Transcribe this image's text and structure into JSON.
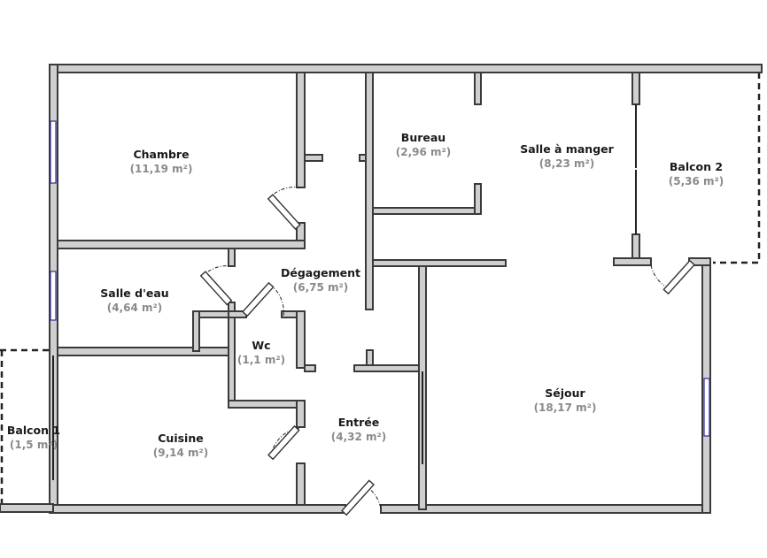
{
  "rooms": [
    {
      "id": "chambre",
      "name": "Chambre",
      "area": "(11,19 m²)"
    },
    {
      "id": "bureau",
      "name": "Bureau",
      "area": "(2,96 m²)"
    },
    {
      "id": "salle-a-manger",
      "name": "Salle à manger",
      "area": "(8,23 m²)"
    },
    {
      "id": "balcon-2",
      "name": "Balcon 2",
      "area": "(5,36 m²)"
    },
    {
      "id": "degagement",
      "name": "Dégagement",
      "area": "(6,75 m²)"
    },
    {
      "id": "salle-d-eau",
      "name": "Salle d'eau",
      "area": "(4,64 m²)"
    },
    {
      "id": "wc",
      "name": "Wc",
      "area": "(1,1 m²)"
    },
    {
      "id": "sejour",
      "name": "Séjour",
      "area": "(18,17 m²)"
    },
    {
      "id": "entree",
      "name": "Entrée",
      "area": "(4,32 m²)"
    },
    {
      "id": "cuisine",
      "name": "Cuisine",
      "area": "(9,14 m²)"
    },
    {
      "id": "balcon-1",
      "name": "Balcon 1",
      "area": "(1,5 m²)"
    }
  ]
}
